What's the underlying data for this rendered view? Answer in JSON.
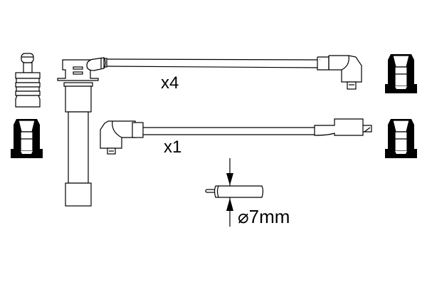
{
  "labels": {
    "qty_long": "x4",
    "qty_short": "x1",
    "diameter": "⌀7mm"
  },
  "colors": {
    "line": "#000000",
    "background": "#ffffff"
  }
}
